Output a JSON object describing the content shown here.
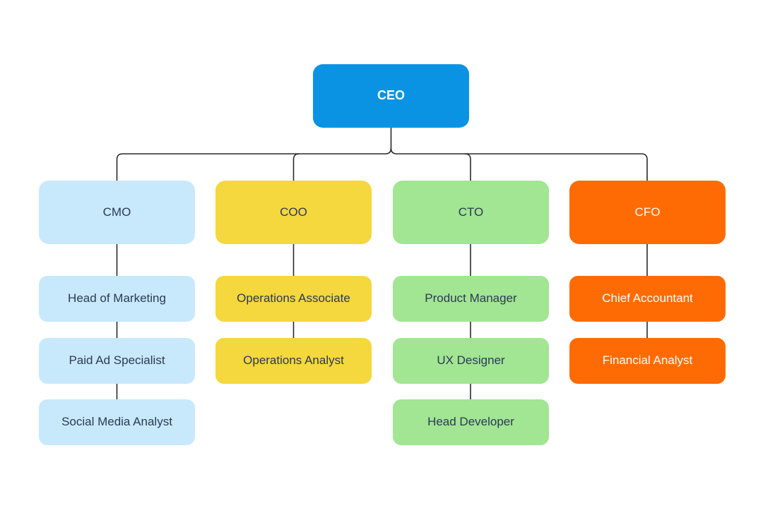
{
  "colors": {
    "ceo": "#0a93e2",
    "cmo": "#c8e9fc",
    "coo": "#f5d73e",
    "cto": "#a2e593",
    "cfo": "#fe6b04",
    "connector": "#2a2a2a",
    "text_dark": "#2b3a55",
    "text_light": "#ffffff"
  },
  "chart": {
    "ceo": "CEO",
    "departments": [
      {
        "key": "cmo",
        "label": "CMO",
        "reports": [
          "Head of Marketing",
          "Paid Ad Specialist",
          "Social Media Analyst"
        ]
      },
      {
        "key": "coo",
        "label": "COO",
        "reports": [
          "Operations Associate",
          "Operations Analyst"
        ]
      },
      {
        "key": "cto",
        "label": "CTO",
        "reports": [
          "Product Manager",
          "UX Designer",
          "Head Developer"
        ]
      },
      {
        "key": "cfo",
        "label": "CFO",
        "reports": [
          "Chief Accountant",
          "Financial Analyst"
        ]
      }
    ]
  }
}
